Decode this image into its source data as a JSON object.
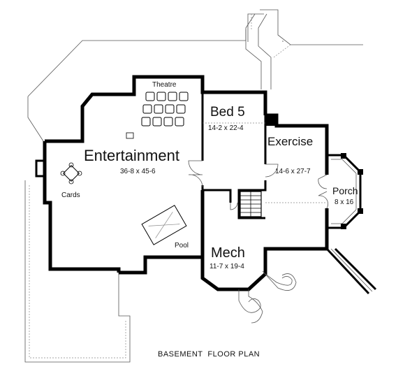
{
  "rooms": {
    "theatre": {
      "name": "Theatre"
    },
    "bed5": {
      "name": "Bed 5",
      "dims": "14-2 x 22-4"
    },
    "exercise": {
      "name": "Exercise",
      "dims": "14-6 x 27-7"
    },
    "entertainment": {
      "name": "Entertainment",
      "dims": "36-8 x 45-6"
    },
    "cards": {
      "name": "Cards"
    },
    "porch": {
      "name": "Porch",
      "dims": "8 x 16"
    },
    "pool": {
      "name": "Pool"
    },
    "mech": {
      "name": "Mech",
      "dims": "11-7 x 19-4"
    }
  },
  "caption": "BASEMENT  FLOOR PLAN"
}
